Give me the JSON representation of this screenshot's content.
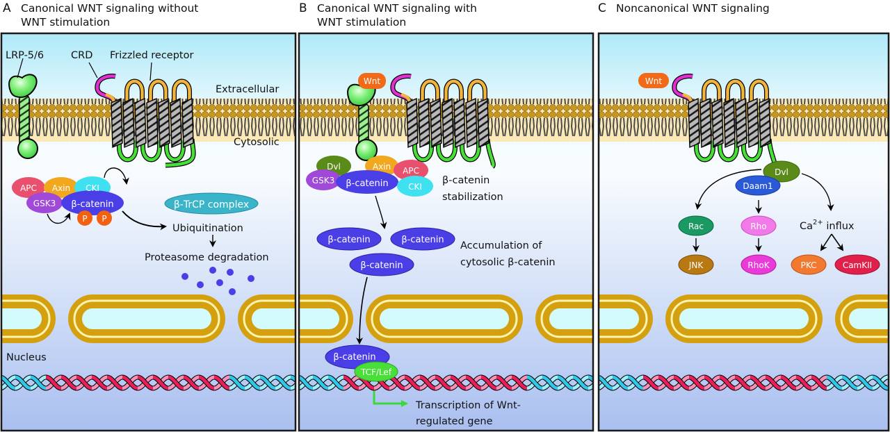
{
  "figure": {
    "panels": [
      {
        "letter": "A",
        "title": "Canonical WNT signaling without\nWNT stimulation",
        "labels": {
          "lrp": "LRP-5/6",
          "crd": "CRD",
          "frizzled": "Frizzled receptor",
          "extracellular": "Extracellular",
          "cytosolic": "Cytosolic",
          "nucleus": "Nucleus",
          "ubiquitination": "Ubiquitination",
          "proteasome": "Proteasome degradation"
        },
        "proteins": {
          "apc": "APC",
          "axin": "Axin",
          "cki": "CKI",
          "gsk3": "GSK3",
          "bcatenin": "β-catenin",
          "p1": "P",
          "p2": "P",
          "btrcp": "β-TrCP complex"
        }
      },
      {
        "letter": "B",
        "title": "Canonical WNT signaling with\nWNT stimulation",
        "labels": {
          "stabilization": "β-catenin\nstabilization",
          "accumulation_1": "Accumulation of",
          "accumulation_2": "cytosolic β-catenin",
          "transcription_1": "Transcription of Wnt-",
          "transcription_2": "regulated gene"
        },
        "proteins": {
          "wnt": "Wnt",
          "dvl": "Dvl",
          "axin": "Axin",
          "apc": "APC",
          "gsk3": "GSK3",
          "bcatenin": "β-catenin",
          "cki": "CKI",
          "bcat_free_1": "β-catenin",
          "bcat_free_2": "β-catenin",
          "bcat_free_3": "β-catenin",
          "bcat_nuclear": "β-catenin",
          "tcf": "TCF/Lef"
        }
      },
      {
        "letter": "C",
        "title": "Noncanonical WNT signaling",
        "labels": {
          "ca_prefix": "Ca",
          "ca_sup": "2+",
          "ca_suffix": " influx"
        },
        "proteins": {
          "wnt": "Wnt",
          "dvl": "Dvl",
          "daam1": "Daam1",
          "rac": "Rac",
          "rho": "Rho",
          "jnk": "JNK",
          "rhok": "RhoK",
          "pkc": "PKC",
          "camkii": "CamKII"
        }
      }
    ],
    "colors": {
      "apc": "#e8506e",
      "axin": "#f2a81e",
      "cki": "#3fe0f0",
      "gsk3": "#a048d8",
      "bcatenin": "#4a3ee6",
      "phospho": "#f26010",
      "btrcp": "#3ab4c8",
      "wnt": "#f26a18",
      "dvl": "#5a8a18",
      "daam1": "#2a5ad8",
      "rac": "#1a9a62",
      "rho": "#f27ae8",
      "jnk": "#b87812",
      "rhok": "#ea3ad8",
      "pkc": "#f27a30",
      "camkii": "#e0204a",
      "tcf": "#48e038",
      "lrp": "#60e060",
      "membrane_head": "#c8981e",
      "nuclear_envelope": "#d4a010"
    }
  }
}
